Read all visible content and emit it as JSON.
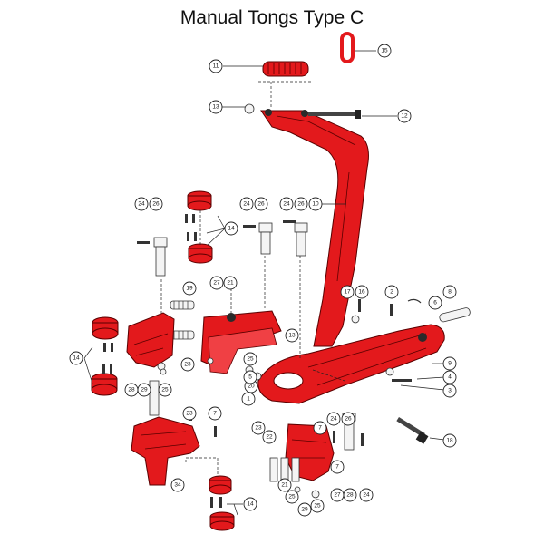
{
  "title": "Manual Tongs Type C",
  "colors": {
    "part": "#e3191c",
    "outline": "#5a0000",
    "line": "#222222"
  },
  "callouts": [
    "1",
    "2",
    "3",
    "4",
    "5",
    "6",
    "7",
    "8",
    "9",
    "10",
    "11",
    "12",
    "13",
    "14",
    "15",
    "16",
    "17",
    "18",
    "19",
    "20",
    "21",
    "22",
    "23",
    "24",
    "25",
    "26",
    "27",
    "28",
    "29",
    "34"
  ]
}
